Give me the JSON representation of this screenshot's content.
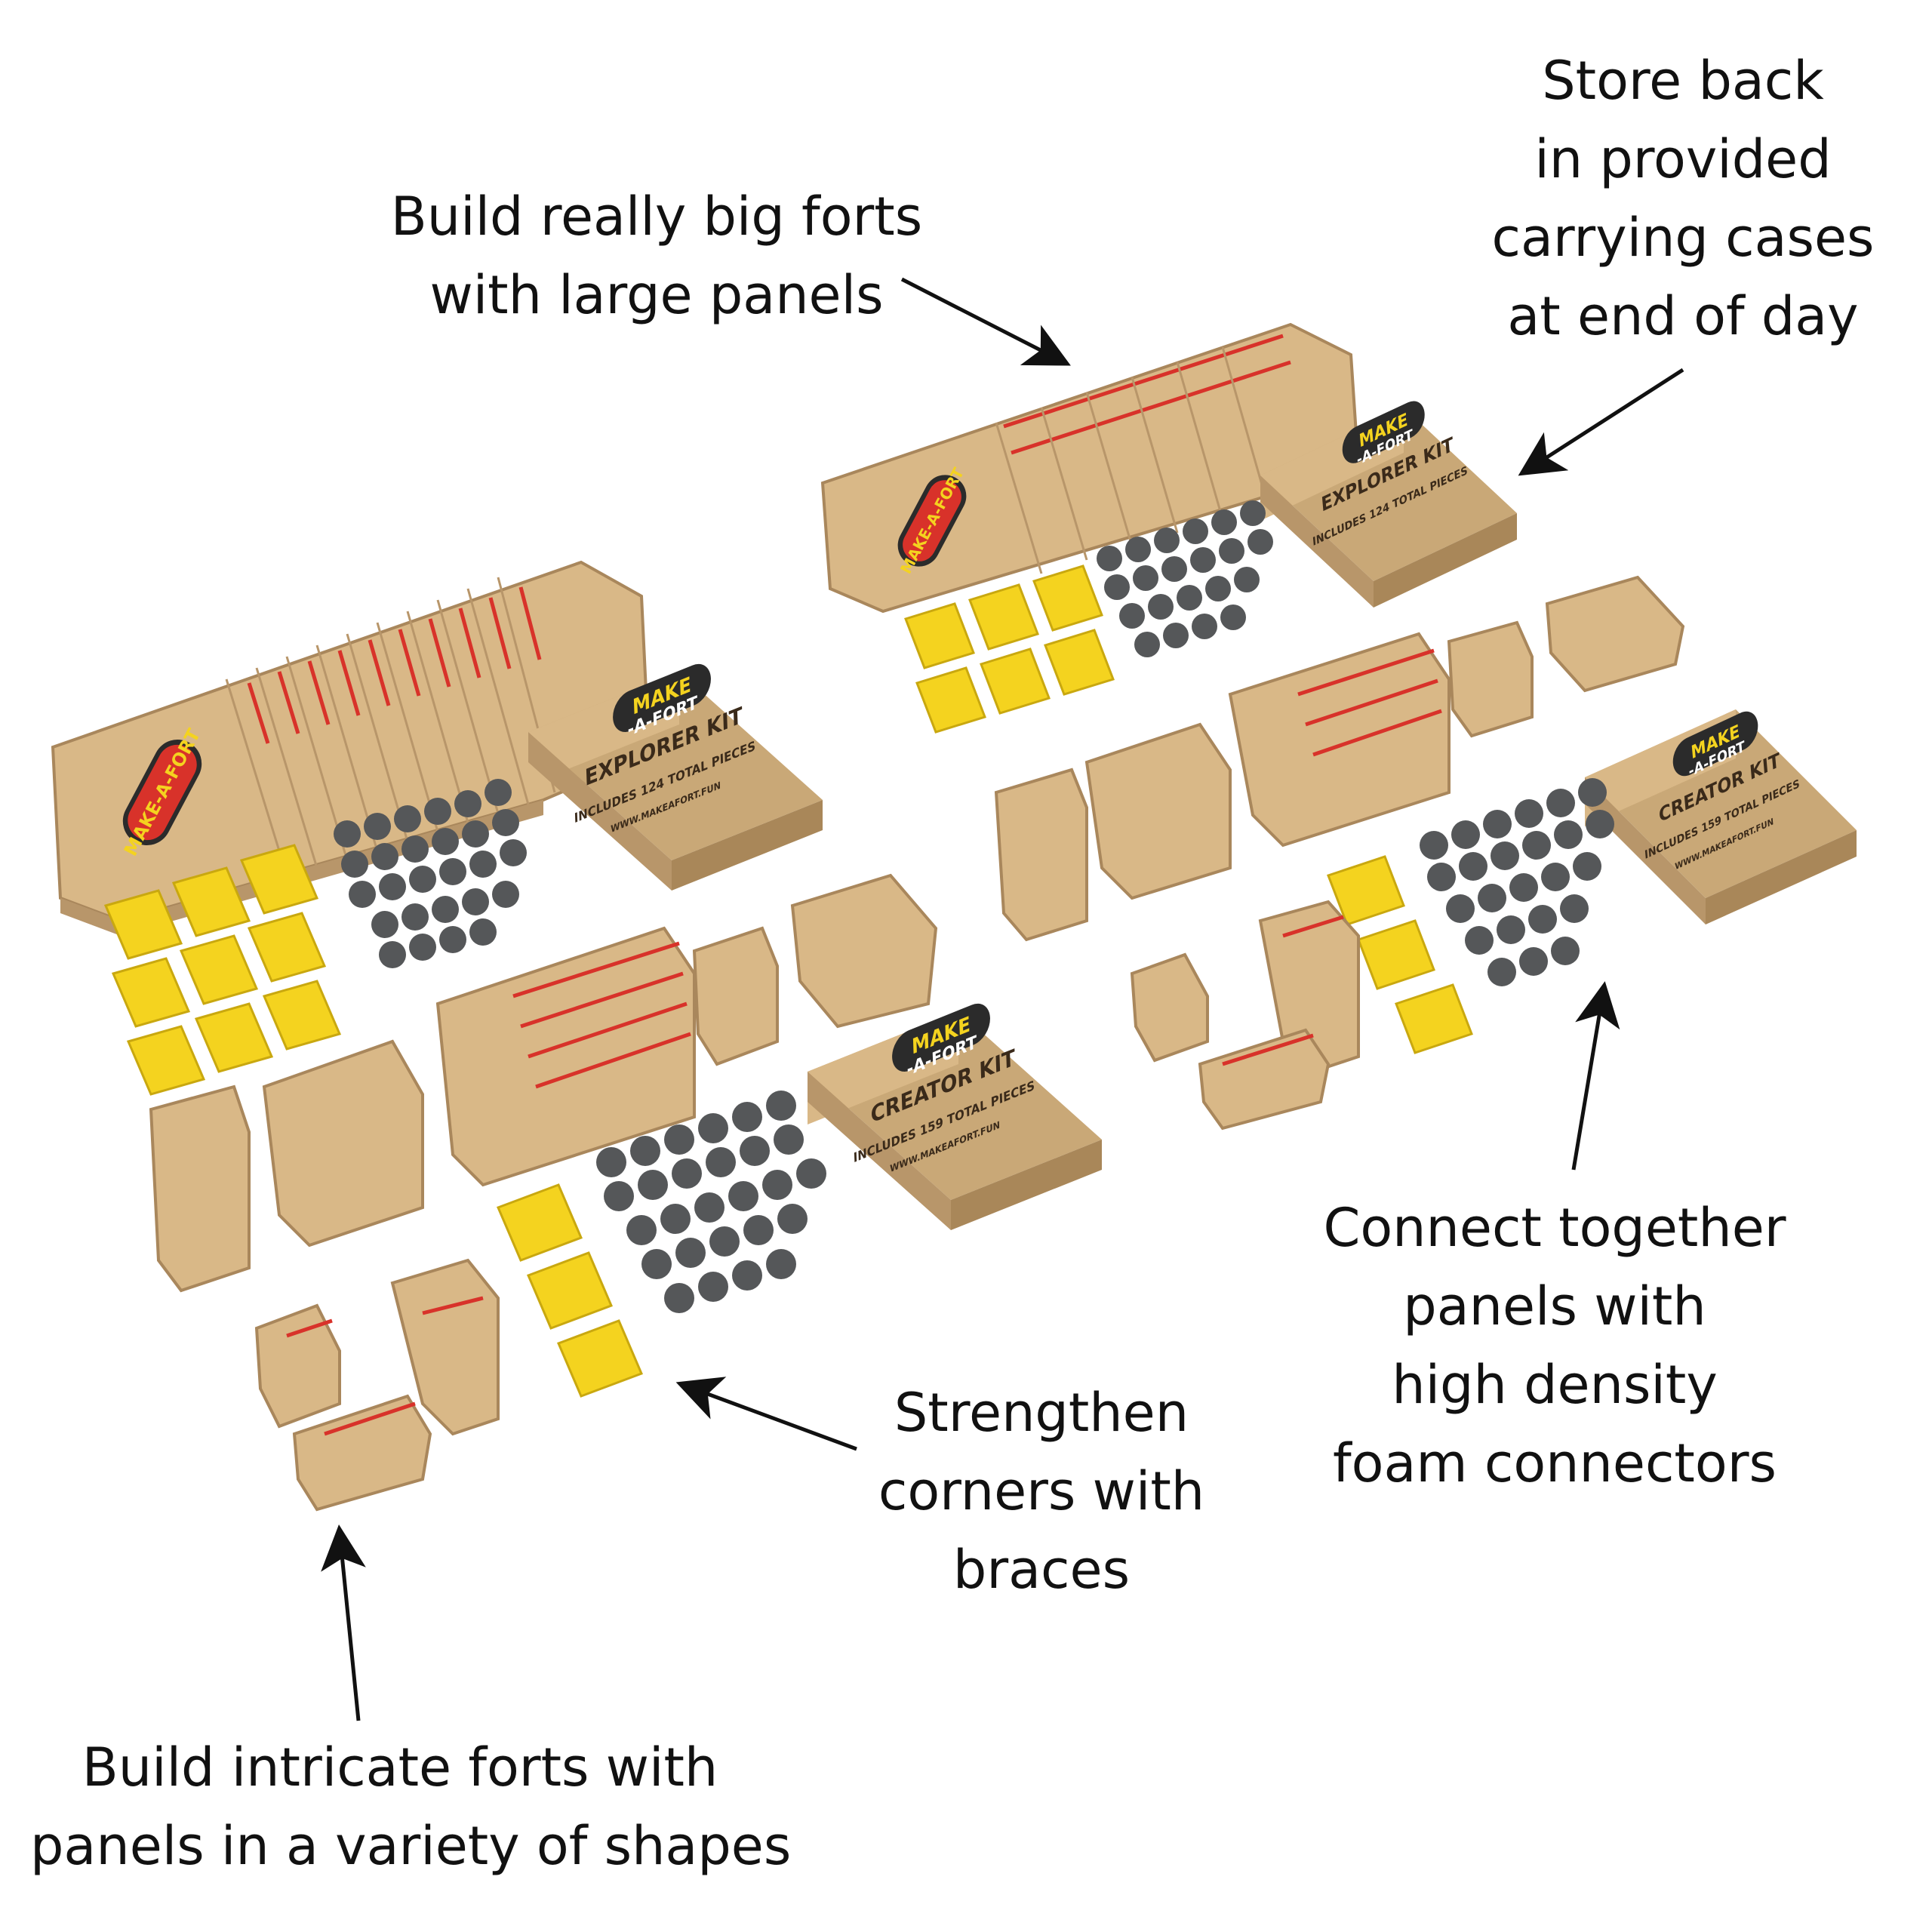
{
  "callouts": {
    "big_forts": [
      "Build really big forts",
      "with large panels"
    ],
    "store_back": [
      "Store back",
      "in provided",
      "carrying cases",
      "at end of day"
    ],
    "connect": [
      "Connect together",
      "panels with",
      "high density",
      "foam connectors"
    ],
    "strengthen": [
      "Strengthen",
      "corners with",
      "braces"
    ],
    "intricate": [
      "Build intricate forts with",
      "panels in a variety of shapes"
    ]
  },
  "kits": {
    "left_explorer": {
      "logo_top": "MAKE",
      "logo_bottom": "-A-FORT",
      "name": "EXPLORER KIT",
      "pieces": "INCLUDES 124 TOTAL PIECES",
      "url": "WWW.MAKEAFORT.FUN"
    },
    "left_creator": {
      "logo_top": "MAKE",
      "logo_bottom": "-A-FORT",
      "name": "CREATOR KIT",
      "pieces": "INCLUDES 159 TOTAL PIECES",
      "url": "WWW.MAKEAFORT.FUN"
    },
    "right_explorer": {
      "logo_top": "MAKE",
      "logo_bottom": "-A-FORT",
      "name": "EXPLORER KIT",
      "pieces": "INCLUDES 124 TOTAL PIECES"
    },
    "right_creator": {
      "logo_top": "MAKE",
      "logo_bottom": "-A-FORT",
      "name": "CREATOR KIT",
      "pieces": "INCLUDES 159 TOTAL PIECES",
      "url": "WWW.MAKEAFORT.FUN"
    }
  },
  "colors": {
    "cardboard": "#d9b887",
    "cardboard_dark": "#b8966a",
    "stripe_red": "#d8322a",
    "brace_yellow": "#f4d31f",
    "foam_gray": "#555759",
    "arrow": "#111111"
  }
}
